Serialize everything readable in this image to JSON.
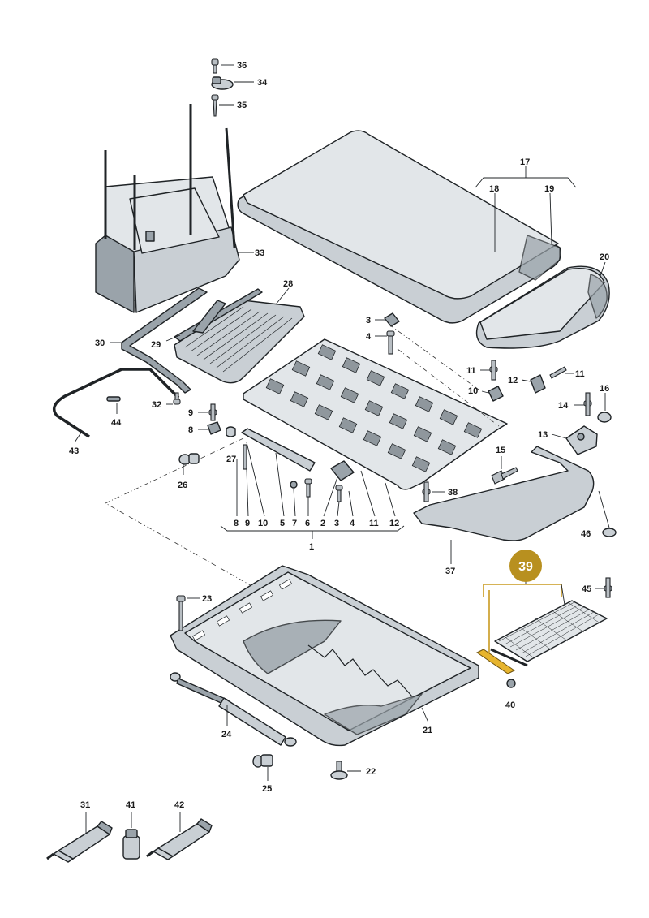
{
  "diagram": {
    "highlight_color": "#b8901f",
    "highlighted_callout": "39",
    "callouts": {
      "c36": "36",
      "c34": "34",
      "c35": "35",
      "c33": "33",
      "c17": "17",
      "c18": "18",
      "c19": "19",
      "c20": "20",
      "c28": "28",
      "c29": "29",
      "c30": "30",
      "c3a": "3",
      "c4a": "4",
      "c11a": "11",
      "c11b": "11",
      "c12": "12",
      "c10": "10",
      "c16": "16",
      "c14": "14",
      "c13": "13",
      "c15": "15",
      "c32": "32",
      "c9a": "9",
      "c8a": "8",
      "c44": "44",
      "c43": "43",
      "c27": "27",
      "c26": "26",
      "c38": "38",
      "c46": "46",
      "c37": "37",
      "c1": "1",
      "g8": "8",
      "g9": "9",
      "g10": "10",
      "g5": "5",
      "g7": "7",
      "g6": "6",
      "g2": "2",
      "g3": "3",
      "g4": "4",
      "g11": "11",
      "g12": "12",
      "c39": "39",
      "c45": "45",
      "c40": "40",
      "c23": "23",
      "c24": "24",
      "c21": "21",
      "c25": "25",
      "c22": "22",
      "c31": "31",
      "c41": "41",
      "c42": "42"
    }
  }
}
